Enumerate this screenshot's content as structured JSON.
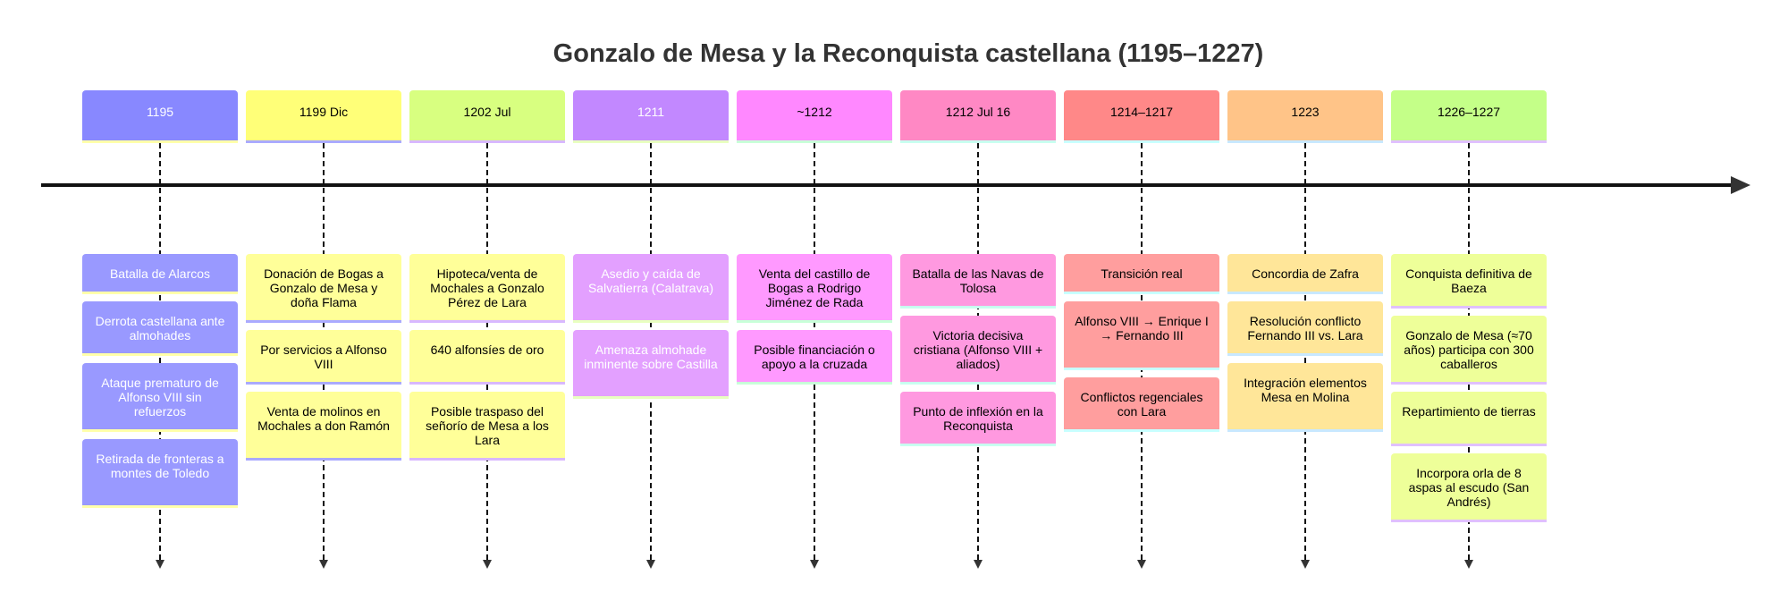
{
  "title": "Gonzalo de Mesa y la Reconquista castellana (1195–1227)",
  "axis": {
    "direction": "right",
    "color": "#111111"
  },
  "sections": [
    {
      "period": "1195",
      "color": "#8888ff",
      "event_color": "#9999ff",
      "strip_color": "#ffffaa",
      "text_color": "#ffffff",
      "events": [
        {
          "text": "Batalla de Alarcos",
          "lines": 1
        },
        {
          "text": "Derrota castellana ante almohades",
          "lines": 2
        },
        {
          "text": "Ataque prematuro de Alfonso VIII sin refuerzos",
          "lines": 3
        },
        {
          "text": "Retirada de fronteras a montes de Toledo",
          "lines": 3
        }
      ]
    },
    {
      "period": "1199 Dic",
      "color": "#ffff78",
      "event_color": "#ffff99",
      "strip_color": "#aaaaff",
      "text_color": "#000000",
      "events": [
        {
          "text": "Donación de Bogas a Gonzalo de Mesa y doña Flama",
          "lines": 3
        },
        {
          "text": "Por servicios a Alfonso VIII",
          "lines": 2
        },
        {
          "text": "Venta de molinos en Mochales a don Ramón",
          "lines": 3
        }
      ]
    },
    {
      "period": "1202 Jul",
      "color": "#d8ff80",
      "event_color": "#ffff99",
      "strip_color": "#d8b8ff",
      "text_color": "#000000",
      "events": [
        {
          "text": "Hipoteca/venta de Mochales a Gonzalo Pérez de Lara",
          "lines": 3
        },
        {
          "text": "640 alfonsíes de oro",
          "lines": 2
        },
        {
          "text": "Posible traspaso del señorío de Mesa a los Lara",
          "lines": 3
        }
      ]
    },
    {
      "period": "1211",
      "color": "#c288ff",
      "event_color": "#e3a0ff",
      "strip_color": "#e8ffc0",
      "text_color": "#ffffff",
      "events": [
        {
          "text": "Asedio y caída de Salvatierra (Calatrava)",
          "lines": 3
        },
        {
          "text": "Amenaza almohade inminente sobre Castilla",
          "lines": 3
        }
      ]
    },
    {
      "period": "~1212",
      "color": "#ff88ff",
      "event_color": "#ff99ff",
      "strip_color": "#c8ffd8",
      "text_color": "#000000",
      "events": [
        {
          "text": "Venta del castillo de Bogas a Rodrigo Jiménez de Rada",
          "lines": 3
        },
        {
          "text": "Posible financiación o apoyo a la cruzada",
          "lines": 2
        }
      ]
    },
    {
      "period": "1212 Jul 16",
      "color": "#ff88c4",
      "event_color": "#ff99e0",
      "strip_color": "#c8fff0",
      "text_color": "#000000",
      "events": [
        {
          "text": "Batalla de las Navas de Tolosa",
          "lines": 2
        },
        {
          "text": "Victoria decisiva cristiana (Alfonso VIII + aliados)",
          "lines": 3
        },
        {
          "text": "Punto de inflexión en la Reconquista",
          "lines": 2
        }
      ]
    },
    {
      "period": "1214–1217",
      "color": "#ff8888",
      "event_color": "#ff9e9e",
      "strip_color": "#c8ffff",
      "text_color": "#000000",
      "events": [
        {
          "text": "Transición real",
          "lines": 1
        },
        {
          "text": "Alfonso VIII → Enrique I → Fernando III",
          "lines": 3
        },
        {
          "text": "Conflictos regenciales con Lara",
          "lines": 2
        }
      ]
    },
    {
      "period": "1223",
      "color": "#ffc488",
      "event_color": "#ffe699",
      "strip_color": "#c8e8ff",
      "text_color": "#000000",
      "events": [
        {
          "text": "Concordia de Zafra",
          "lines": 1
        },
        {
          "text": "Resolución conflicto Fernando III vs. Lara",
          "lines": 2
        },
        {
          "text": "Integración elementos Mesa en Molina",
          "lines": 3
        }
      ]
    },
    {
      "period": "1226–1227",
      "color": "#c4ff88",
      "event_color": "#eeff99",
      "strip_color": "#e0c0ff",
      "text_color": "#000000",
      "events": [
        {
          "text": "Conquista definitiva de Baeza",
          "lines": 2
        },
        {
          "text": "Gonzalo de Mesa (≈70 años) participa con 300 caballeros",
          "lines": 3
        },
        {
          "text": "Repartimiento de tierras",
          "lines": 2
        },
        {
          "text": "Incorpora orla de 8 aspas al escudo (San Andrés)",
          "lines": 3
        }
      ]
    }
  ]
}
